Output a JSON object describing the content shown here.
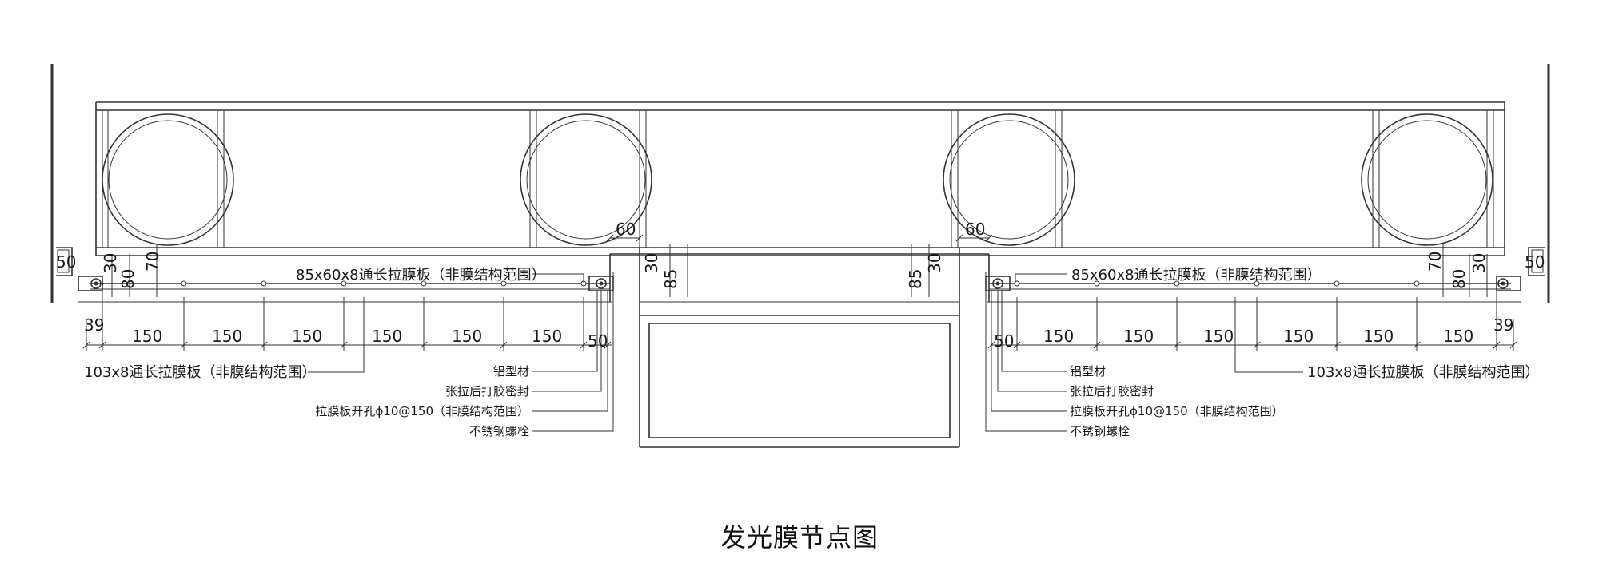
{
  "title": "发光膜节点图",
  "dimensions": {
    "edge_gap": "50",
    "d30": "30",
    "d80": "80",
    "d70": "70",
    "d60": "60",
    "d85": "85",
    "d39": "39",
    "d150": "150",
    "d50": "50"
  },
  "labels": {
    "profile_top": "85x60x8通长拉膜板（非膜结构范围）",
    "profile_bottom": "103x8通长拉膜板（非膜结构范围）",
    "aluminum": "铝型材",
    "sealant": "张拉后打胶密封",
    "holes": "拉膜板开孔ϕ10@150（非膜结构范围）",
    "bolt": "不锈钢螺栓"
  },
  "colors": {
    "line": "#333333",
    "background": "#ffffff"
  }
}
